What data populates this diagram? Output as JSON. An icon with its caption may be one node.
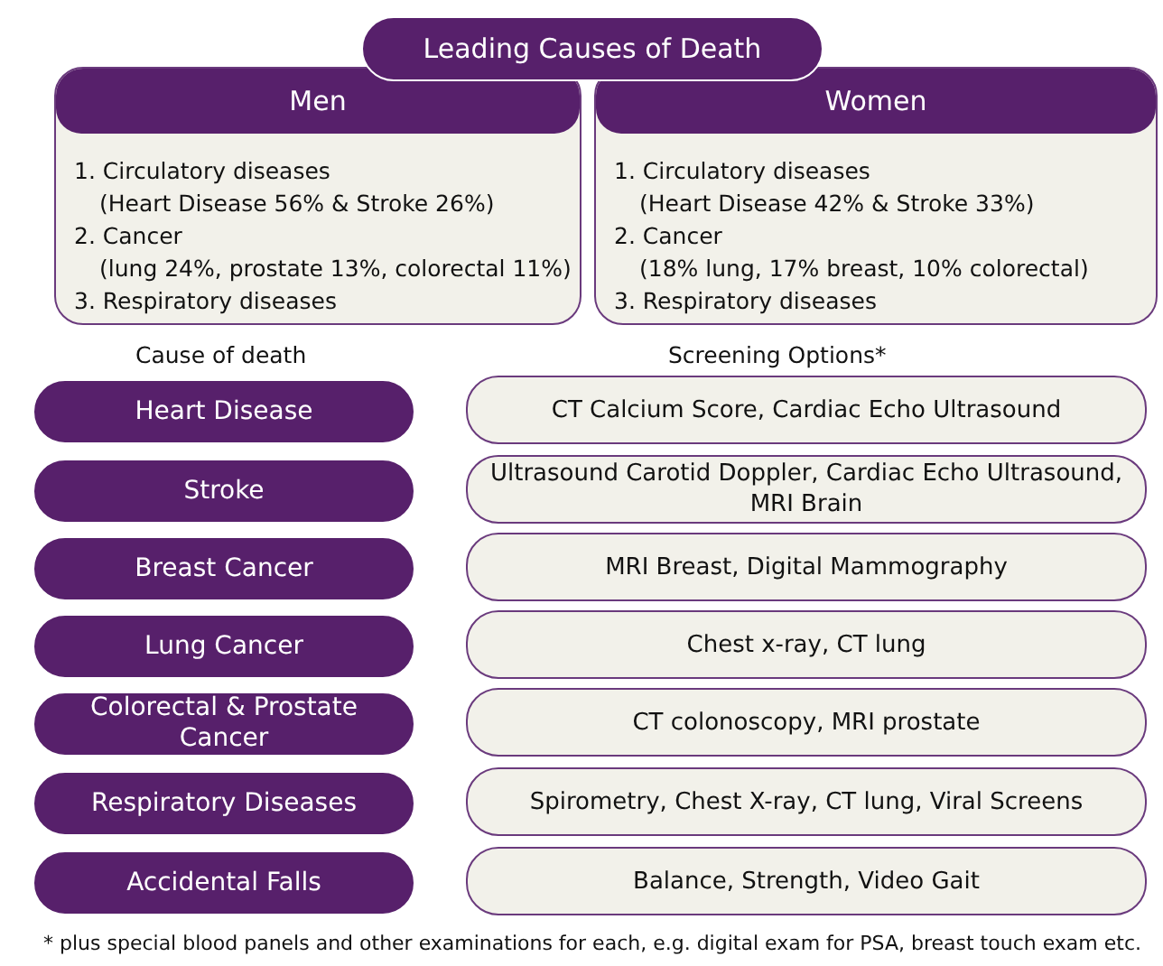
{
  "diagram": {
    "nodes": [
      {
        "text": [
          "Leading Causes of Death"
        ]
      },
      {
        "text": [
          "Men",
          "1. Circulatory diseases",
          "(Heart Disease 56% & Stroke 26%)",
          "2. Cancer",
          "(lung 24%, prostate 13%, colorectal 11%)",
          "3. Respiratory diseases"
        ]
      },
      {
        "text": [
          "Women",
          "1. Circulatory diseases",
          "(Heart Disease 42% & Stroke 33%)",
          "2. Cancer",
          "(18% lung, 17% breast, 10% colorectal)",
          "3. Respiratory diseases"
        ]
      },
      {
        "text": [
          "Heart Disease"
        ]
      },
      {
        "text": [
          "CT Calcium Score, Cardiac Echo Ultrasound"
        ]
      },
      {
        "text": [
          "Stroke"
        ]
      },
      {
        "text": [
          "Ultrasound Carotid Doppler, Cardiac Echo Ultrasound, MRI Brain"
        ]
      },
      {
        "text": [
          "Breast Cancer"
        ]
      },
      {
        "text": [
          "MRI Breast, Digital Mammography"
        ]
      },
      {
        "text": [
          "Lung Cancer"
        ]
      },
      {
        "text": [
          "Chest x-ray, CT lung"
        ]
      },
      {
        "text": [
          "Colorectal & Prostate Cancer"
        ]
      },
      {
        "text": [
          "CT colonoscopy, MRI prostate"
        ]
      },
      {
        "text": [
          "Respiratory Diseases"
        ]
      },
      {
        "text": [
          "Spirometry, Chest X-ray, CT lung, Viral Screens"
        ]
      },
      {
        "text": [
          "Accidental Falls"
        ]
      },
      {
        "text": [
          "Balance, Strength, Video Gait"
        ]
      }
    ],
    "labels": [
      "Cause of death",
      "Screening Options*",
      "* plus special blood panels and other examinations for each, e.g. digital exam for PSA, breast touch exam etc."
    ]
  }
}
